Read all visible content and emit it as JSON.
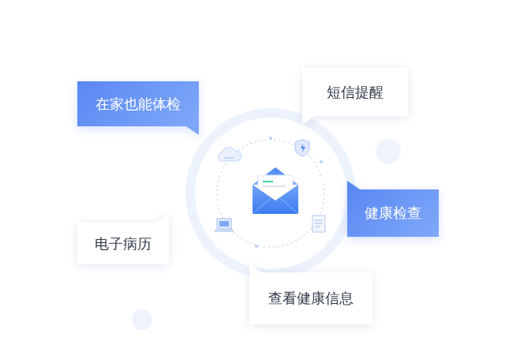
{
  "diagram": {
    "nodes": [
      {
        "text": [
          "在家也能体检"
        ]
      },
      {
        "text": [
          "短信提醒"
        ]
      },
      {
        "text": [
          "健康检查"
        ]
      },
      {
        "text": [
          "电子病历"
        ]
      },
      {
        "text": [
          "查看健康信息"
        ]
      }
    ]
  }
}
